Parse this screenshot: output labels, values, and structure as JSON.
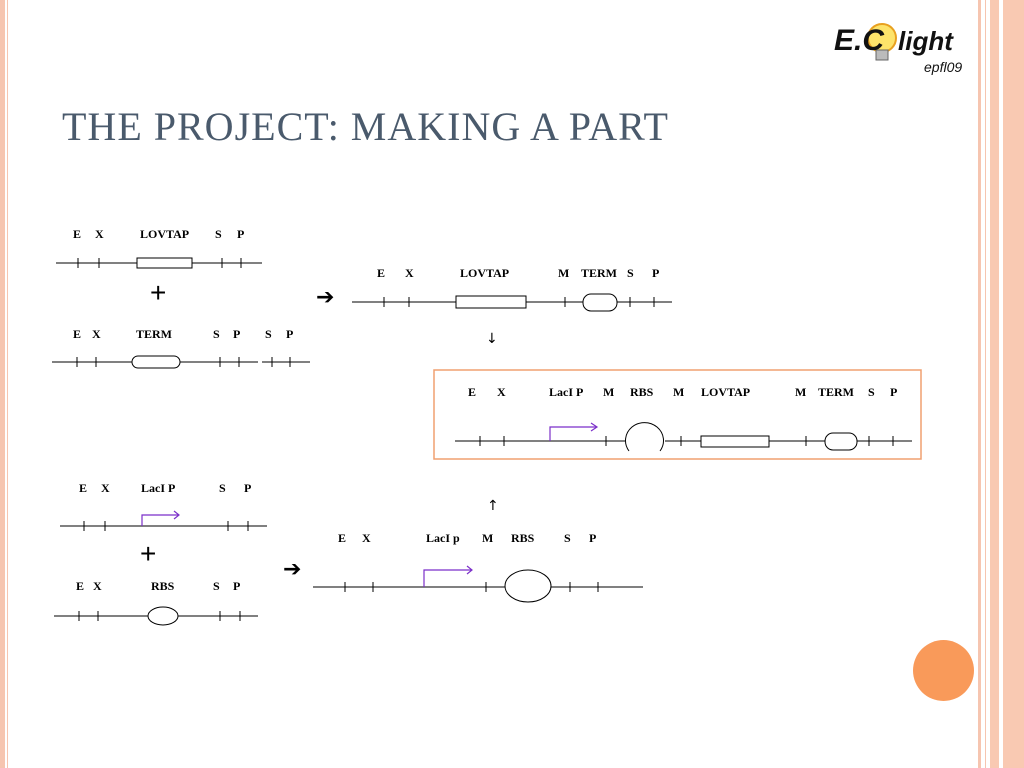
{
  "slide": {
    "title": "THE PROJECT: MAKING A PART",
    "logo": {
      "main": "E.C",
      "script": "light",
      "sub": "epfl09"
    }
  },
  "diagram": {
    "c1": {
      "labels": [
        "E",
        "X",
        "LOVTAP",
        "S",
        "P"
      ]
    },
    "plus1": "+",
    "c2": {
      "labels": [
        "E",
        "X",
        "TERM",
        "S",
        "P",
        "S",
        "P"
      ]
    },
    "arrow1": "➔",
    "c3": {
      "labels": [
        "E",
        "X",
        "LOVTAP",
        "M",
        "TERM",
        "S",
        "P"
      ]
    },
    "down_arrow": "↓",
    "c4": {
      "labels": [
        "E",
        "X",
        "LacI P",
        "M",
        "RBS",
        "M",
        "LOVTAP",
        "M",
        "TERM",
        "S",
        "P"
      ]
    },
    "up_arrow": "↑",
    "c5": {
      "labels": [
        "E",
        "X",
        "LacI P",
        "S",
        "P"
      ]
    },
    "plus2": "+",
    "c6": {
      "labels": [
        "E",
        "X",
        "RBS",
        "S",
        "P"
      ]
    },
    "arrow2": "➔",
    "c7": {
      "labels": [
        "E",
        "X",
        "LacI p",
        "M",
        "RBS",
        "S",
        "P"
      ]
    },
    "colors": {
      "promoter": "#7b2fc9",
      "highlight_border": "#f0a070"
    }
  }
}
